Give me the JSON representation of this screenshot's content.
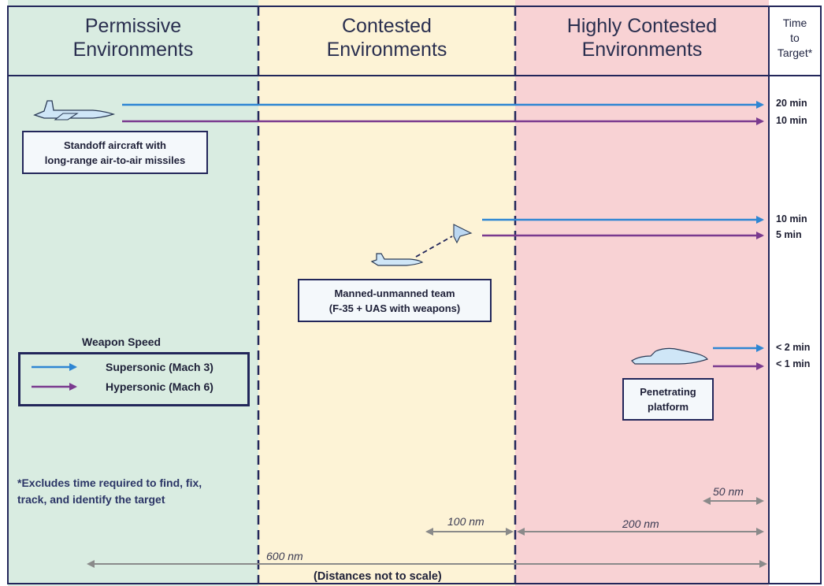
{
  "headers": {
    "permissive": "Permissive\nEnvironments",
    "contested": "Contested\nEnvironments",
    "highly": "Highly Contested\nEnvironments",
    "time": "Time\nto\nTarget*"
  },
  "colors": {
    "permissive_bg": "#d9ece1",
    "contested_bg": "#fdf3d6",
    "highly_bg": "#f8d2d4",
    "supersonic": "#2e86d3",
    "hypersonic": "#7a3a8f",
    "border": "#22265a",
    "distance_line": "#8a8a8a"
  },
  "scenarios": [
    {
      "label_line1": "Standoff aircraft with",
      "label_line2": "long-range air-to-air missiles",
      "time_supersonic": "20 min",
      "time_hypersonic": "10 min"
    },
    {
      "label_line1": "Manned-unmanned team",
      "label_line2": "(F-35 + UAS with weapons)",
      "time_supersonic": "10 min",
      "time_hypersonic": "5 min"
    },
    {
      "label_line1": "Penetrating",
      "label_line2": "platform",
      "time_supersonic": "< 2 min",
      "time_hypersonic": "< 1 min"
    }
  ],
  "legend": {
    "title": "Weapon Speed",
    "supersonic": "Supersonic (Mach 3)",
    "hypersonic": "Hypersonic (Mach 6)"
  },
  "footnote": "*Excludes time required to find, fix,\ntrack, and identify the target",
  "distances": {
    "d50": "50 nm",
    "d100": "100 nm",
    "d200": "200 nm",
    "d600": "600 nm"
  },
  "scale_note": "(Distances not to scale)"
}
